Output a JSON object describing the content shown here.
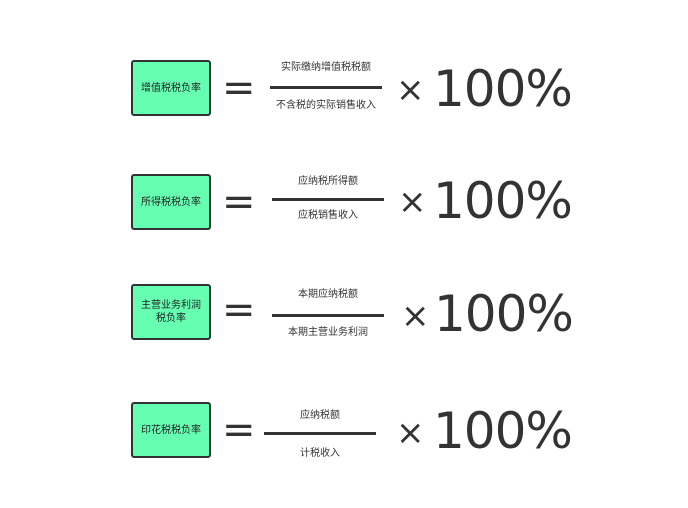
{
  "formulas": [
    {
      "label_lines": [
        "增值税税负率"
      ],
      "equals": "=",
      "numerator": "实际缴纳增值税税额",
      "denominator": "不含税的实际销售收入",
      "times": "×",
      "multiplier": "100%"
    },
    {
      "label_lines": [
        "所得税税负率"
      ],
      "equals": "=",
      "numerator": "应纳税所得额",
      "denominator": "应税销售收入",
      "times": "×",
      "multiplier": "100%"
    },
    {
      "label_lines": [
        "主营业务利润",
        "税负率"
      ],
      "equals": "=",
      "numerator": "本期应纳税额",
      "denominator": "本期主营业务利润",
      "times": "×",
      "multiplier": "100%"
    },
    {
      "label_lines": [
        "印花税税负率"
      ],
      "equals": "=",
      "numerator": "应纳税额",
      "denominator": "计税收入",
      "times": "×",
      "multiplier": "100%"
    }
  ],
  "colors": {
    "label_fill": "#66ffb2",
    "stroke": "#333333",
    "text": "#333333"
  }
}
